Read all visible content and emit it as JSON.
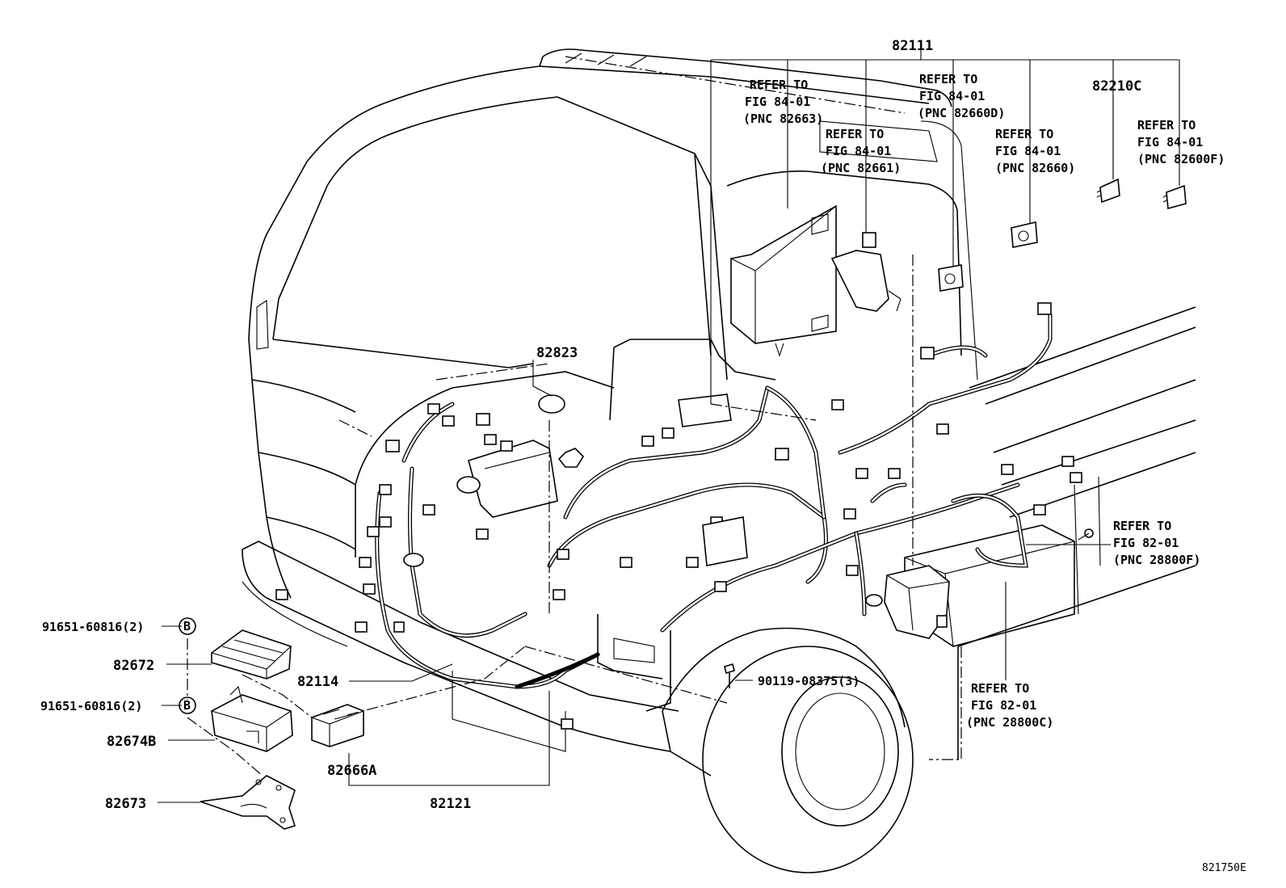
{
  "callouts": {
    "harness_main": "82111",
    "relay_block": "82210C",
    "fuse_block_bracket": "82823",
    "harness_82114": "82114",
    "harness_82121": "82121",
    "relay_82666a": "82666A",
    "computer_82672": "82672",
    "case_82674b": "82674B",
    "bracket_82673": "82673",
    "bolt_top": "91651-60816(2)",
    "bolt_bottom": "91651-60816(2)",
    "screw": "90119-08375(3)",
    "marker_b": "B"
  },
  "references": {
    "ref_82663": [
      "REFER TO",
      "FIG 84-01",
      "(PNC 82663)"
    ],
    "ref_82660d": [
      "REFER TO",
      "FIG 84-01",
      "(PNC 82660D)"
    ],
    "ref_82661": [
      "REFER TO",
      "FIG 84-01",
      "(PNC 82661)"
    ],
    "ref_82660": [
      "REFER TO",
      "FIG 84-01",
      "(PNC 82660)"
    ],
    "ref_82600f": [
      "REFER TO",
      "FIG 84-01",
      "(PNC 82600F)"
    ],
    "ref_28800f": [
      "REFER TO",
      "FIG 82-01",
      "(PNC 28800F)"
    ],
    "ref_28800c": [
      "REFER TO",
      "FIG 82-01",
      "(PNC 28800C)"
    ]
  },
  "figure_id": "821750E"
}
